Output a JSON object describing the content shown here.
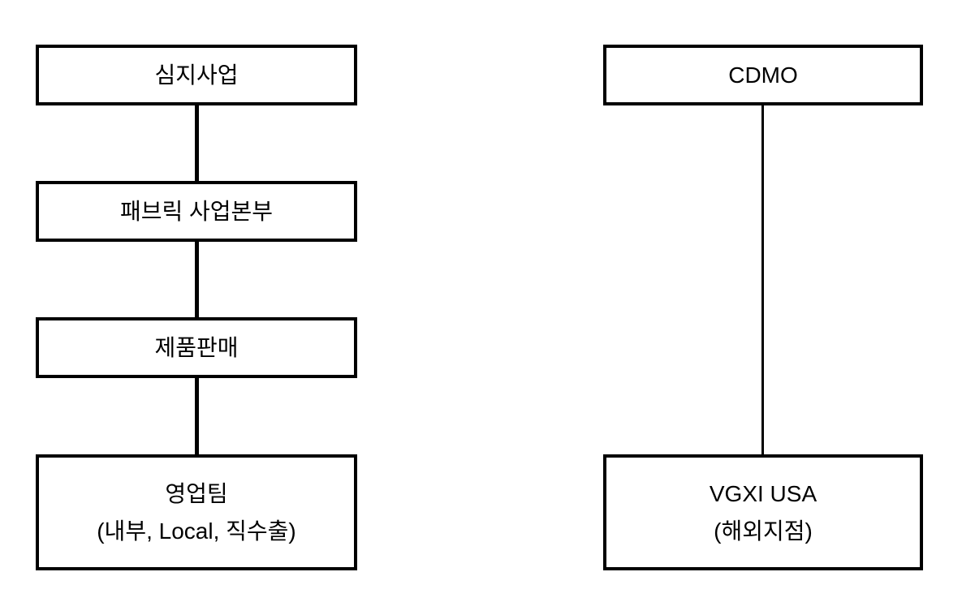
{
  "diagram": {
    "colors": {
      "border": "#000000",
      "background": "#ffffff",
      "text": "#000000",
      "connector": "#000000"
    },
    "left_column": {
      "nodes": [
        {
          "label": "심지사업"
        },
        {
          "label": "패브릭 사업본부"
        },
        {
          "label": "제품판매"
        },
        {
          "label": "영업팀",
          "sublabel": "(내부, Local, 직수출)"
        }
      ]
    },
    "right_column": {
      "nodes": [
        {
          "label": "CDMO"
        },
        {
          "label": "VGXI USA",
          "sublabel": "(해외지점)"
        }
      ]
    }
  }
}
